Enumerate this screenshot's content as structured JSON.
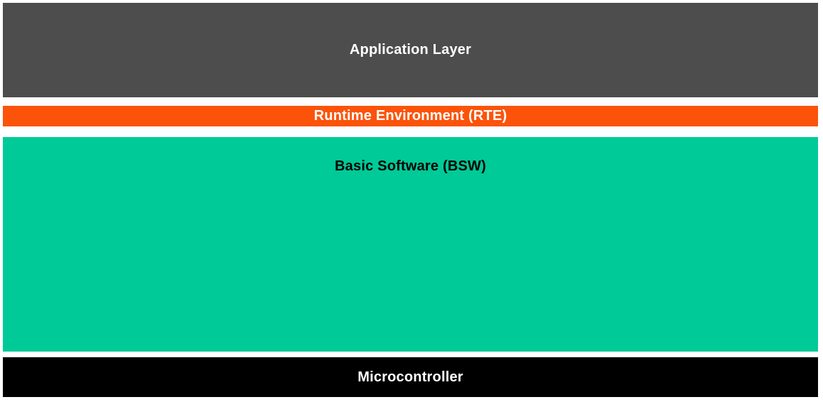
{
  "diagram": {
    "layers": [
      {
        "id": "application-layer",
        "label": "Application Layer",
        "bg": "#4d4d4d",
        "fg": "#ffffff"
      },
      {
        "id": "runtime-environment",
        "label": "Runtime Environment (RTE)",
        "bg": "#fc530a",
        "fg": "#ffffff"
      },
      {
        "id": "basic-software",
        "label": "Basic Software (BSW)",
        "bg": "#00ca98",
        "fg": "#000000"
      },
      {
        "id": "microcontroller",
        "label": "Microcontroller",
        "bg": "#000000",
        "fg": "#ffffff"
      }
    ]
  }
}
